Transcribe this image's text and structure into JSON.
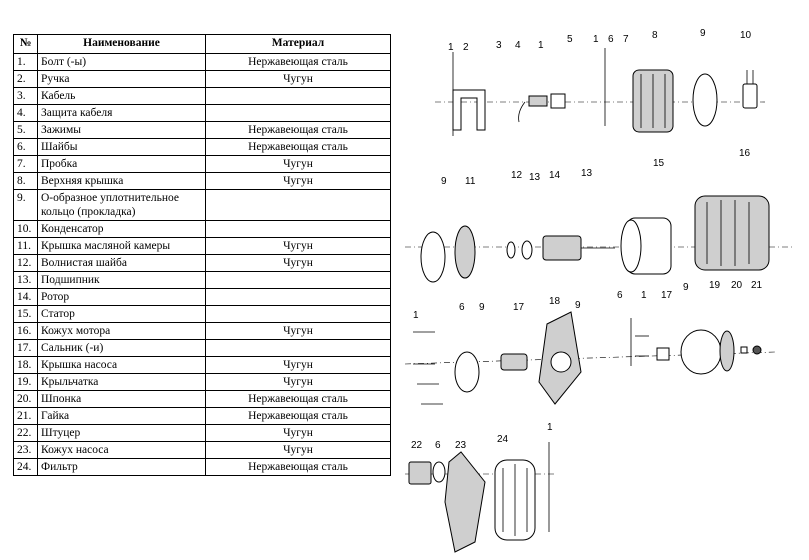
{
  "table": {
    "headers": [
      "№",
      "Наименование",
      "Материал"
    ],
    "rows": [
      {
        "num": "1.",
        "name": "Болт (-ы)",
        "material": "Нержавеющая сталь"
      },
      {
        "num": "2.",
        "name": "Ручка",
        "material": "Чугун"
      },
      {
        "num": "3.",
        "name": "Кабель",
        "material": ""
      },
      {
        "num": "4.",
        "name": "Защита кабеля",
        "material": ""
      },
      {
        "num": "5.",
        "name": "Зажимы",
        "material": "Нержавеющая сталь"
      },
      {
        "num": "6.",
        "name": "Шайбы",
        "material": "Нержавеющая сталь"
      },
      {
        "num": "7.",
        "name": "Пробка",
        "material": "Чугун"
      },
      {
        "num": "8.",
        "name": "Верхняя крышка",
        "material": "Чугун"
      },
      {
        "num": "9.",
        "name": "О-образное уплотнительное кольцо (прокладка)",
        "material": ""
      },
      {
        "num": "10.",
        "name": "Конденсатор",
        "material": ""
      },
      {
        "num": "11.",
        "name": "Крышка масляной камеры",
        "material": "Чугун"
      },
      {
        "num": "12.",
        "name": "Волнистая шайба",
        "material": "Чугун"
      },
      {
        "num": "13.",
        "name": "Подшипник",
        "material": ""
      },
      {
        "num": "14.",
        "name": "Ротор",
        "material": ""
      },
      {
        "num": "15.",
        "name": "Статор",
        "material": ""
      },
      {
        "num": "16.",
        "name": "Кожух мотора",
        "material": "Чугун"
      },
      {
        "num": "17.",
        "name": "Сальник (-и)",
        "material": ""
      },
      {
        "num": "18.",
        "name": "Крышка насоса",
        "material": "Чугун"
      },
      {
        "num": "19.",
        "name": "Крыльчатка",
        "material": "Чугун"
      },
      {
        "num": "20.",
        "name": "Шпонка",
        "material": "Нержавеющая сталь"
      },
      {
        "num": "21.",
        "name": "Гайка",
        "material": "Нержавеющая сталь"
      },
      {
        "num": "22.",
        "name": "Штуцер",
        "material": "Чугун"
      },
      {
        "num": "23.",
        "name": "Кожух насоса",
        "material": "Чугун"
      },
      {
        "num": "24.",
        "name": "Фильтр",
        "material": "Нержавеющая сталь"
      }
    ]
  },
  "diagram": {
    "callouts": {
      "row1": [
        "1",
        "2",
        "3",
        "4",
        "1",
        "5",
        "1",
        "6",
        "7",
        "8",
        "9",
        "10"
      ],
      "row2": [
        "9",
        "11",
        "12",
        "13",
        "14",
        "13",
        "15",
        "16"
      ],
      "row3": [
        "1",
        "6",
        "9",
        "17",
        "18",
        "9",
        "6",
        "1",
        "17",
        "9",
        "19",
        "20",
        "21"
      ],
      "row4": [
        "22",
        "6",
        "23",
        "24",
        "1"
      ]
    }
  }
}
